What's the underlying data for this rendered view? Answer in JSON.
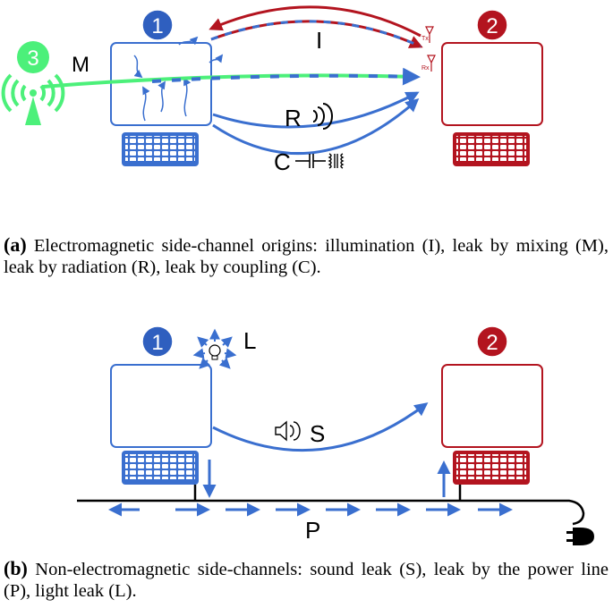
{
  "panel_a": {
    "node_1": "1",
    "node_2": "2",
    "node_3": "3",
    "label_M": "M",
    "label_I": "I",
    "label_R": "R",
    "label_C": "C",
    "tx": "Tx",
    "rx": "Rx",
    "caption_tag": "(a)",
    "caption_text": "Electromagnetic side-channel origins: illumination (I), leak by mixing (M), leak by radiation (R), leak by coupling (C)."
  },
  "panel_b": {
    "node_1": "1",
    "node_2": "2",
    "label_L": "L",
    "label_S": "S",
    "label_P": "P",
    "caption_tag": "(b)",
    "caption_text": "Non-electromagnetic side-channels: sound leak (S), leak by the power line (P), light leak (L)."
  },
  "colors": {
    "blue": "#3a6fcf",
    "dark_blue": "#2f5fbf",
    "red": "#b3141f",
    "green": "#4cf07a",
    "black": "#000000"
  },
  "icons": [
    "computer-icon",
    "keyboard-icon",
    "antenna-icon",
    "speaker-icon",
    "capacitor-icon",
    "transformer-icon",
    "light-bulb-icon",
    "power-plug-icon"
  ]
}
